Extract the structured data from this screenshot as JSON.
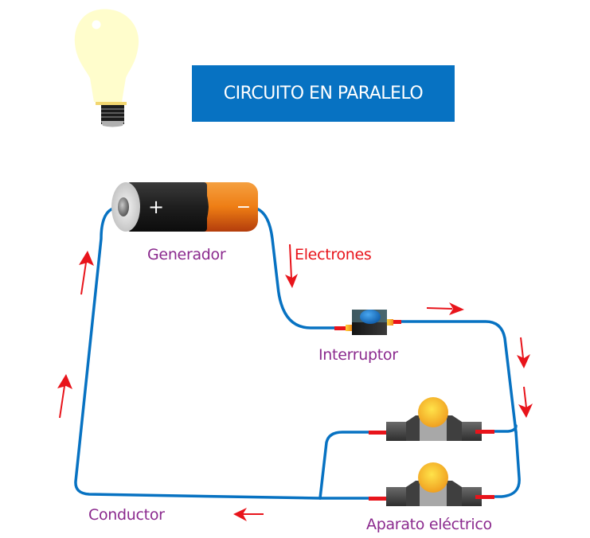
{
  "title": "CIRCUITO EN PARALELO",
  "labels": {
    "generator": "Generador",
    "electrons": "Electrones",
    "switch": "Interruptor",
    "conductor": "Conductor",
    "appliance": "Aparato  eléctrico"
  },
  "battery": {
    "positive_symbol": "+",
    "negative_symbol": "−"
  },
  "icons": [
    "light-bulb-icon",
    "battery-icon",
    "switch-icon",
    "lamp-icon",
    "arrow-icon"
  ],
  "colors": {
    "title_bg": "#0772c2",
    "wire": "#0772c2",
    "arrow": "#e8141b",
    "label": "#8b2a8e",
    "electrons_label": "#e8141b",
    "battery_body": "#f08a1c",
    "bulb_glass": "#fffdcc",
    "lamp_globe": "#f5b325"
  }
}
